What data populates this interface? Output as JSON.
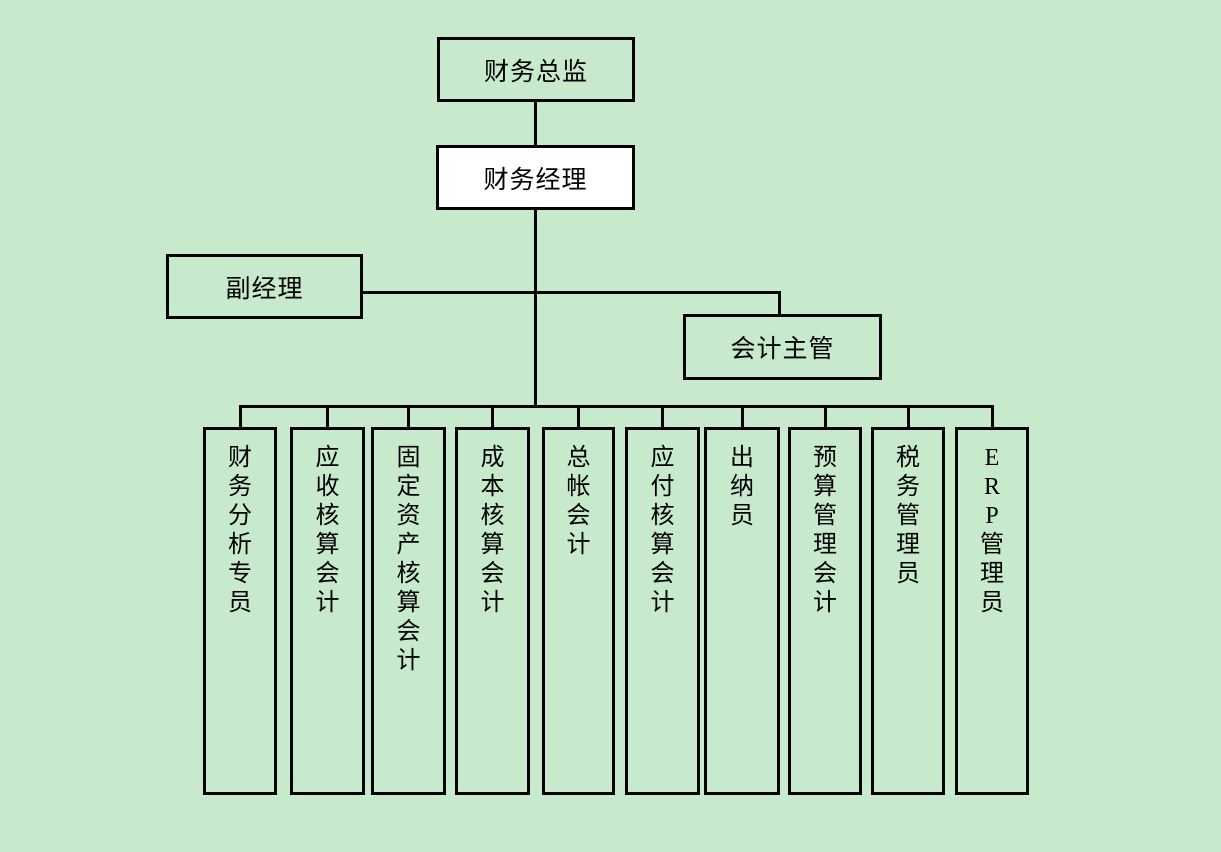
{
  "diagram": {
    "type": "org-chart",
    "colors": {
      "background": "#c7eacc",
      "line": "#000000",
      "node_border": "#000000",
      "node_fill_default": "#c7eacc",
      "node_fill_highlight": "#ffffff"
    },
    "nodes": {
      "director": {
        "label": "财务总监"
      },
      "manager": {
        "label": "财务经理"
      },
      "deputy": {
        "label": "副经理"
      },
      "supervisor": {
        "label": "会计主管"
      },
      "staff": [
        {
          "label": "财务分析专员"
        },
        {
          "label": "应收核算会计"
        },
        {
          "label": "固定资产核算会计"
        },
        {
          "label": "成本核算会计"
        },
        {
          "label": "总帐会计"
        },
        {
          "label": "应付核算会计"
        },
        {
          "label": "出纳员"
        },
        {
          "label": "预算管理会计"
        },
        {
          "label": "税务管理员"
        },
        {
          "label": "ERP管理员"
        }
      ]
    },
    "edges": [
      {
        "from": "财务总监",
        "to": "财务经理"
      },
      {
        "from": "财务经理",
        "to": "副经理"
      },
      {
        "from": "副经理",
        "to": "会计主管"
      },
      {
        "from": "财务经理",
        "to": "财务分析专员"
      },
      {
        "from": "财务经理",
        "to": "应收核算会计"
      },
      {
        "from": "财务经理",
        "to": "固定资产核算会计"
      },
      {
        "from": "财务经理",
        "to": "成本核算会计"
      },
      {
        "from": "财务经理",
        "to": "总帐会计"
      },
      {
        "from": "财务经理",
        "to": "应付核算会计"
      },
      {
        "from": "财务经理",
        "to": "出纳员"
      },
      {
        "from": "财务经理",
        "to": "预算管理会计"
      },
      {
        "from": "财务经理",
        "to": "税务管理员"
      },
      {
        "from": "财务经理",
        "to": "ERP管理员"
      }
    ]
  }
}
